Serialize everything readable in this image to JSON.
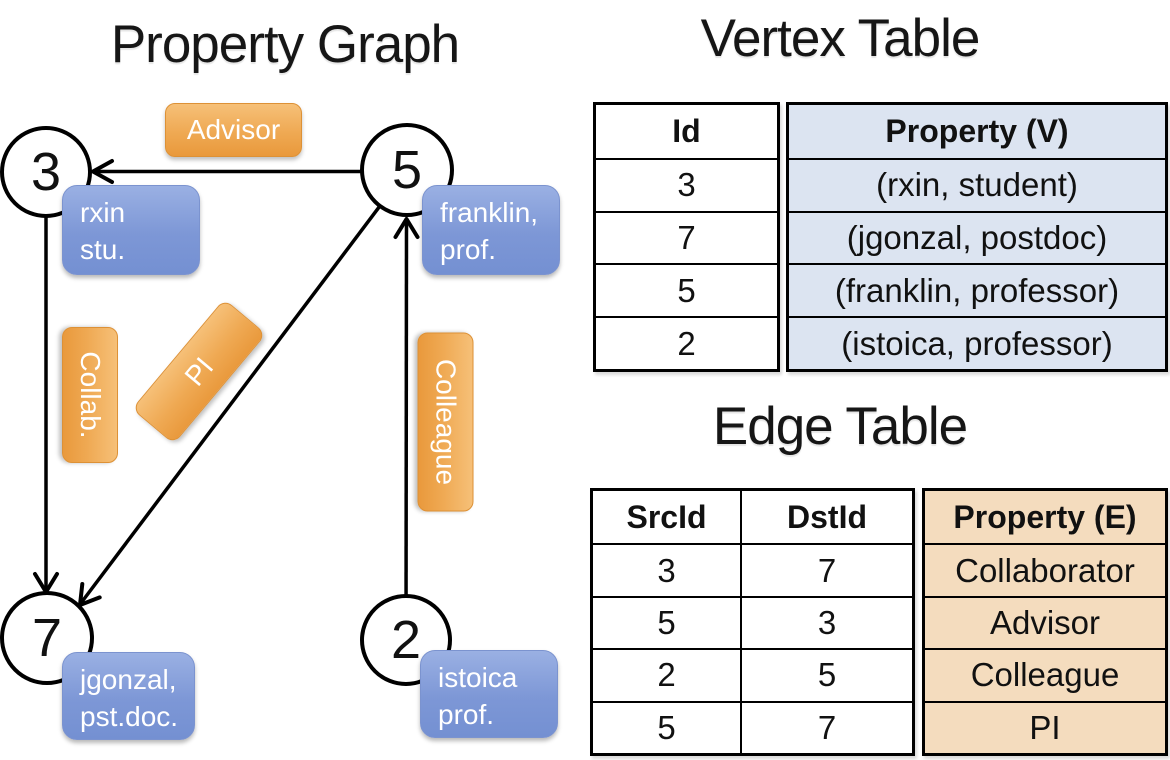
{
  "graph": {
    "title": "Property Graph",
    "nodes": [
      {
        "id": "3",
        "label_line1": "rxin",
        "label_line2": "stu."
      },
      {
        "id": "5",
        "label_line1": "franklin,",
        "label_line2": "prof."
      },
      {
        "id": "7",
        "label_line1": "jgonzal,",
        "label_line2": "pst.doc."
      },
      {
        "id": "2",
        "label_line1": "istoica",
        "label_line2": "prof."
      }
    ],
    "edges": [
      {
        "label": "Advisor",
        "src": "5",
        "dst": "3"
      },
      {
        "label": "Collab.",
        "src": "3",
        "dst": "7"
      },
      {
        "label": "PI",
        "src": "5",
        "dst": "7"
      },
      {
        "label": "Colleague",
        "src": "2",
        "dst": "5"
      }
    ]
  },
  "vertex_table": {
    "title": "Vertex Table",
    "headers": [
      "Id",
      "Property (V)"
    ],
    "rows": [
      [
        "3",
        "(rxin, student)"
      ],
      [
        "7",
        "(jgonzal, postdoc)"
      ],
      [
        "5",
        "(franklin, professor)"
      ],
      [
        "2",
        "(istoica, professor)"
      ]
    ]
  },
  "edge_table": {
    "title": "Edge Table",
    "headers": [
      "SrcId",
      "DstId",
      "Property (E)"
    ],
    "rows": [
      [
        "3",
        "7",
        "Collaborator"
      ],
      [
        "5",
        "3",
        "Advisor"
      ],
      [
        "2",
        "5",
        "Colleague"
      ],
      [
        "5",
        "7",
        "PI"
      ]
    ]
  },
  "colors": {
    "edge_label_orange": "#efa953",
    "vertex_label_blue": "#7d97d6",
    "vertex_property_cell_blue": "#dce4f1",
    "edge_property_cell_tan": "#f4dcbe",
    "stroke_black": "#000000",
    "background": "#ffffff"
  }
}
